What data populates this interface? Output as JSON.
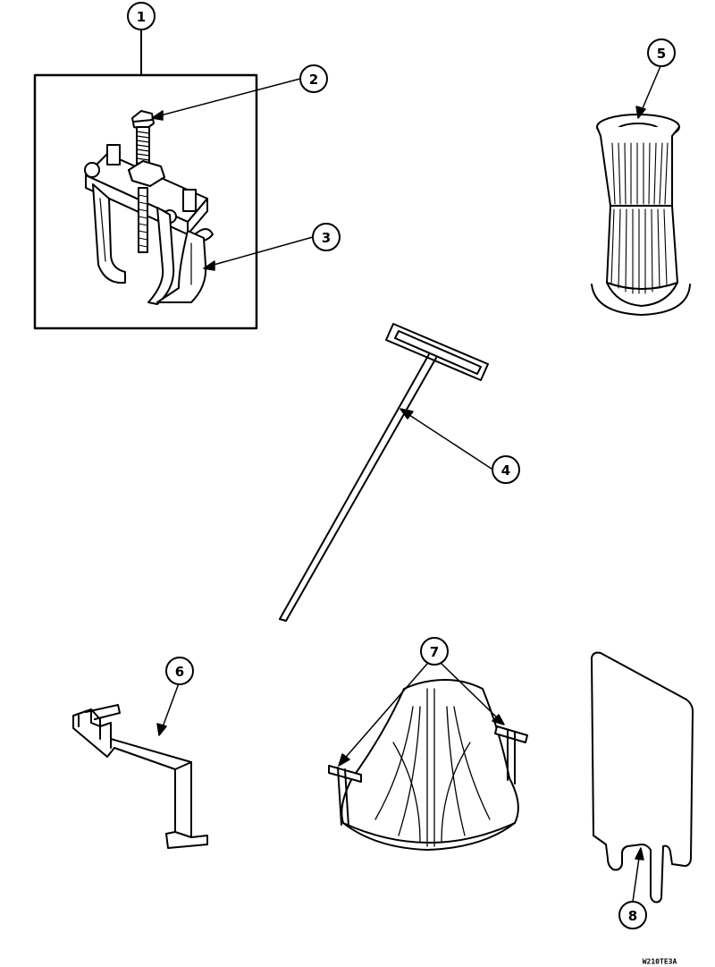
{
  "callouts": [
    {
      "id": "c1",
      "label": "1"
    },
    {
      "id": "c2",
      "label": "2"
    },
    {
      "id": "c3",
      "label": "3"
    },
    {
      "id": "c4",
      "label": "4"
    },
    {
      "id": "c5",
      "label": "5"
    },
    {
      "id": "c6",
      "label": "6"
    },
    {
      "id": "c7",
      "label": "7"
    },
    {
      "id": "c8",
      "label": "8"
    }
  ],
  "figure_code": "W210TE3A",
  "colors": {
    "line": "#000000",
    "fill": "#ffffff"
  },
  "parts": [
    {
      "name": "gear-puller-kit-icon"
    },
    {
      "name": "forcing-screw-icon"
    },
    {
      "name": "puller-jaw-icon"
    },
    {
      "name": "t-handle-hex-wrench-icon"
    },
    {
      "name": "spanner-socket-icon"
    },
    {
      "name": "bracket-hook-icon"
    },
    {
      "name": "agitator-base-clip-icon"
    },
    {
      "name": "forked-plate-tool-icon"
    }
  ]
}
